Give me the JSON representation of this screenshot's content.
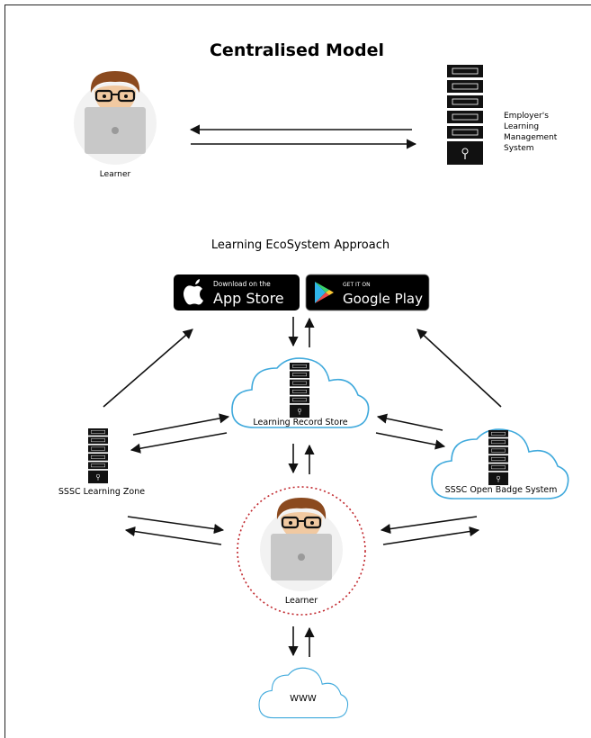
{
  "top": {
    "title": "Centralised Model",
    "learner_label": "Learner",
    "lms_label_lines": [
      "Employer's",
      "Learning",
      "Management",
      "System"
    ]
  },
  "ecosystem": {
    "title": "Learning EcoSystem Approach",
    "appstore": {
      "line1": "Download on the",
      "line2": "App Store"
    },
    "googleplay": {
      "line1": "GET IT ON",
      "line2": "Google Play"
    },
    "lrs_label": "Learning Record Store",
    "zone_label": "SSSC Learning Zone",
    "badge_label": "SSSC Open Badge System",
    "learner_label": "Learner",
    "www_label": "WWW"
  },
  "colors": {
    "cloud_stroke": "#3fa9dc",
    "learner_circle": "#c1272d",
    "server": "#111111",
    "laptop": "#c8c8c8"
  }
}
